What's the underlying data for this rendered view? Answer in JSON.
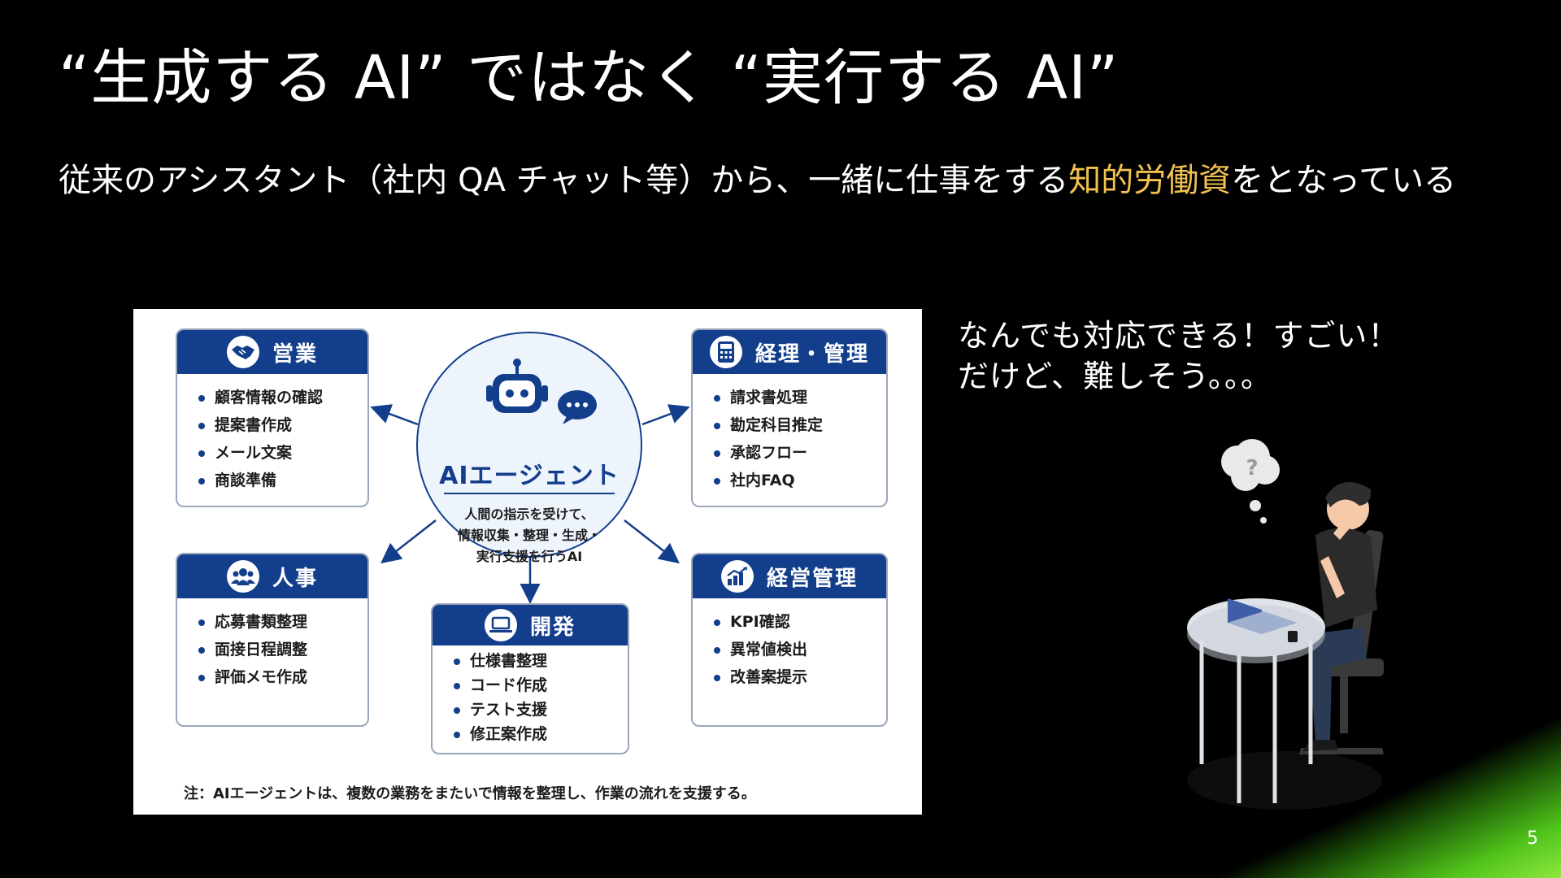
{
  "title": "“生成する AI” ではなく “実行する AI”",
  "subtitle": {
    "before": "従来のアシスタント（社内 QA チャット等）から、一緒に仕事をする",
    "highlight": "知的労働資",
    "after": "をとなっている"
  },
  "colors": {
    "background": "#000000",
    "highlight": "#f2c14e",
    "diagram_primary": "#133e8c",
    "accent_glow": "#4fc31a"
  },
  "diagram": {
    "hub": {
      "title": "AIエージェント",
      "description": "人間の指示を受けて、\n情報収集・整理・生成・\n実行支援を行うAI",
      "icons": [
        "robot-icon",
        "chat-bubble-icon"
      ]
    },
    "cards": [
      {
        "id": "sales",
        "title": "営業",
        "icon": "handshake-icon",
        "items": [
          "顧客情報の確認",
          "提案書作成",
          "メール文案",
          "商談準備"
        ]
      },
      {
        "id": "accounting",
        "title": "経理・管理",
        "icon": "calculator-icon",
        "items": [
          "請求書処理",
          "勘定科目推定",
          "承認フロー",
          "社内FAQ"
        ]
      },
      {
        "id": "hr",
        "title": "人事",
        "icon": "people-icon",
        "items": [
          "応募書類整理",
          "面接日程調整",
          "評価メモ作成"
        ]
      },
      {
        "id": "dev",
        "title": "開発",
        "icon": "laptop-icon",
        "items": [
          "仕様書整理",
          "コード作成",
          "テスト支援",
          "修正案作成"
        ]
      },
      {
        "id": "management",
        "title": "経営管理",
        "icon": "chart-icon",
        "items": [
          "KPI確認",
          "異常値検出",
          "改善案提示"
        ]
      }
    ],
    "note": "注：AIエージェントは、複数の業務をまたいで情報を整理し、作業の流れを支援する。"
  },
  "comment": "なんでも対応できる！すごい！\nだけど、難しそう。。。",
  "illustration": {
    "icon": "thinking-person-icon",
    "question_mark": "?"
  },
  "page_number": "5"
}
